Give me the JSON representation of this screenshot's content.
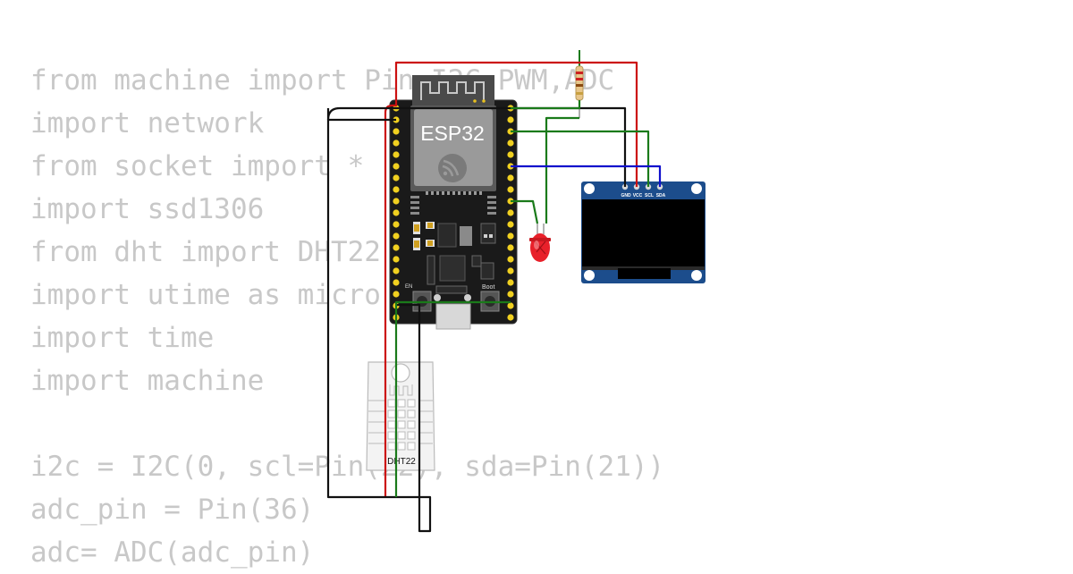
{
  "code_lines": [
    "from machine import Pin,I2C,PWM,ADC",
    "import network",
    "from socket import *",
    "import ssd1306",
    "from dht import DHT22",
    "import utime as micro",
    "import time",
    "import machine",
    "",
    "i2c = I2C(0, scl=Pin(22), sda=Pin(21))",
    "adc_pin = Pin(36)",
    "adc= ADC(adc_pin)"
  ],
  "esp32": {
    "label": "ESP32",
    "boot_label": "Boot",
    "en_label": "EN"
  },
  "oled": {
    "pins": [
      "GND",
      "VCC",
      "SCL",
      "SDA"
    ]
  },
  "dht22": {
    "label": "DHT22"
  },
  "colors": {
    "wire_red": "#cc1111",
    "wire_black": "#111111",
    "wire_green": "#1a7a1a",
    "wire_blue": "#1010cc",
    "board": "#1a1a1a",
    "pin_gold": "#f0d020",
    "oled_pcb": "#1c4d8c",
    "led": "#e8202a"
  }
}
